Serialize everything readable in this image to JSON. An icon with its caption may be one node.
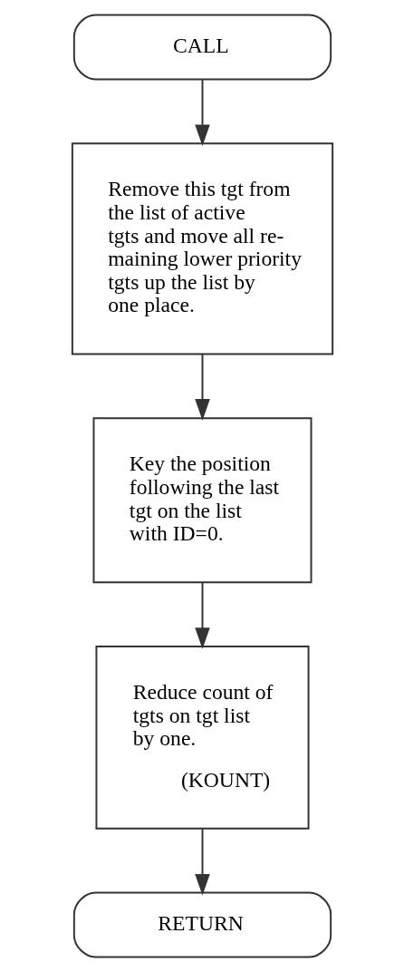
{
  "diagram": {
    "nodes": [
      {
        "text": [
          "CALL"
        ]
      },
      {
        "text": [
          "Remove this tgt from the list of active tgts and move all re- maining lower priority tgts up the list by one place."
        ]
      },
      {
        "text": [
          "Key the position following the last tgt on the list with ID=0."
        ]
      },
      {
        "text": [
          "Reduce count of tgts on tgt list by one.",
          "(KOUNT)"
        ]
      },
      {
        "text": [
          "RETURN"
        ]
      }
    ],
    "edges": [
      {
        "from": 0,
        "to": 1,
        "arrow": "to"
      },
      {
        "from": 1,
        "to": 2,
        "arrow": "to"
      },
      {
        "from": 2,
        "to": 3,
        "arrow": "to"
      },
      {
        "from": 3,
        "to": 4,
        "arrow": "to"
      }
    ]
  }
}
